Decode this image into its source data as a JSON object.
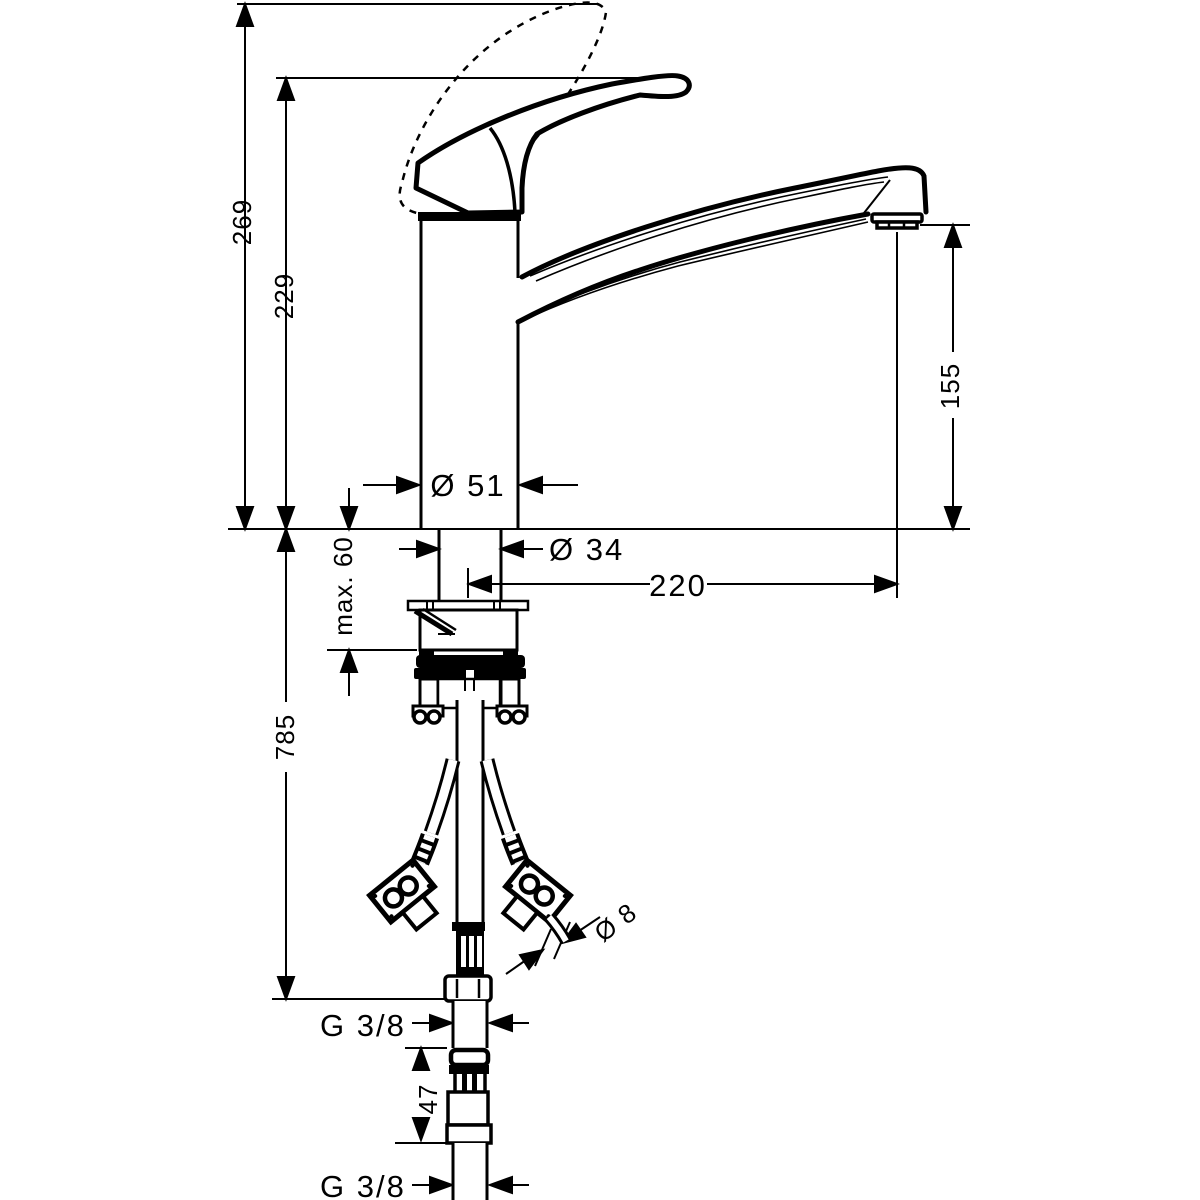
{
  "drawing": {
    "type": "technical-dimension-drawing",
    "subject": "single-lever kitchen faucet with supply hoses",
    "line_color": "#000000",
    "background": "#ffffff",
    "labels": {
      "overall_height": "269",
      "handle_height": "229",
      "spout_height": "155",
      "spout_reach": "220",
      "body_diameter": "Ø 51",
      "shank_diameter": "Ø 34",
      "max_mounting_thickness": "max. 60",
      "supply_hose_length": "785",
      "hose_pipe_diameter": "Ø 8",
      "thread_size_upper": "G 3/8",
      "check_valve_length": "47",
      "thread_size_lower": "G 3/8"
    }
  }
}
